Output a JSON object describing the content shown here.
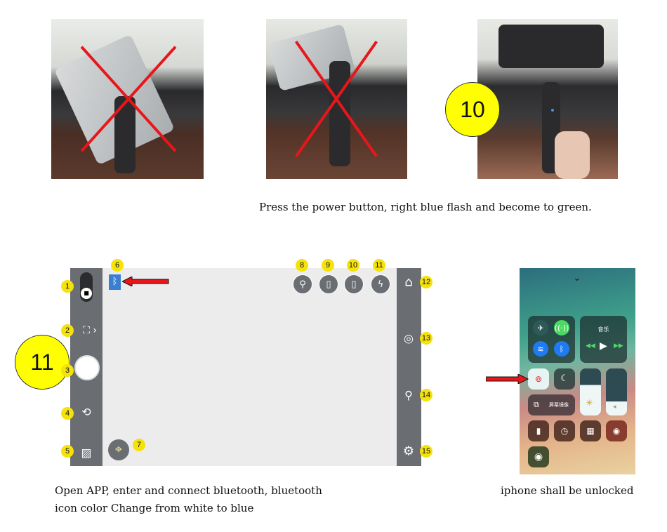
{
  "step10": {
    "number": "10",
    "caption": "Press the power button, right blue flash and become to green."
  },
  "step11": {
    "number": "11",
    "caption_line1": "Open APP, enter and connect bluetooth, bluetooth",
    "caption_line2": "icon color Change from white to blue"
  },
  "app": {
    "badges": [
      "1",
      "2",
      "3",
      "4",
      "5",
      "6",
      "7",
      "8",
      "9",
      "10",
      "11",
      "12",
      "13",
      "14",
      "15"
    ],
    "bluetooth_color": "#3a7fd0"
  },
  "control_center": {
    "music_label": "音乐",
    "mirror_label": "屏幕镜像",
    "caption": "iphone shall be unlocked"
  },
  "colors": {
    "badge": "#f5e20a",
    "arrow": "#e8161a",
    "highlight": "#ffff00"
  }
}
